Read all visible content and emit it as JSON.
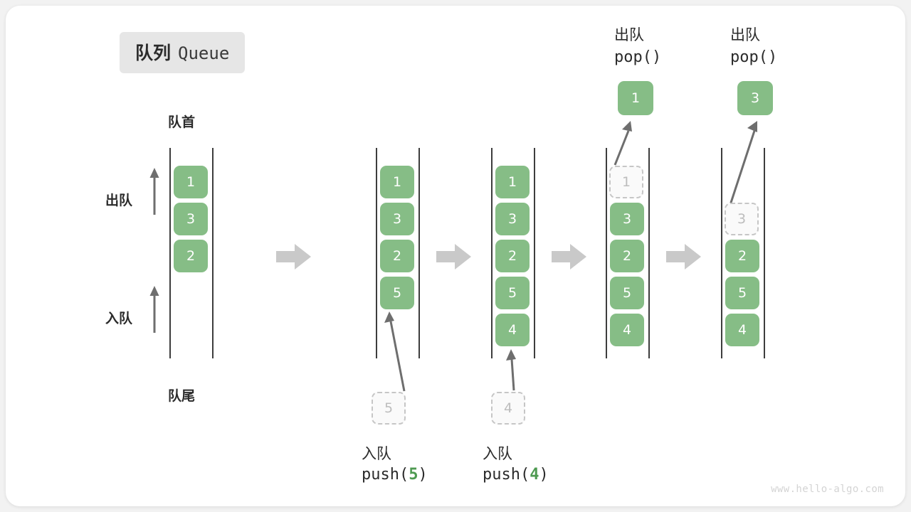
{
  "title": {
    "cn": "队列",
    "en": "Queue"
  },
  "labels": {
    "front": "队首",
    "rear": "队尾",
    "dequeue": "出队",
    "enqueue": "入队",
    "pop_call": "pop()",
    "push_open": "push(",
    "push_close": ")"
  },
  "colors": {
    "cell_green": "#86bd86",
    "accent_green": "#4e9a51",
    "rail": "#3d3d3d",
    "ghost_border": "#c6c6c6",
    "ghost_text": "#bdbdbd",
    "arrow_gray": "#6e6e6e",
    "step_arrow": "#c9c9c9",
    "badge_bg": "#e6e6e6",
    "page_bg": "#f2f2f2",
    "card_bg": "#ffffff"
  },
  "columns": [
    {
      "id": "initial",
      "cells": [
        "1",
        "3",
        "2"
      ],
      "ghost_index": -1,
      "caption_cn": "",
      "caption_code": "",
      "popped": null
    },
    {
      "id": "push-5",
      "cells": [
        "1",
        "3",
        "2",
        "5"
      ],
      "ghost_index": -1,
      "caption_cn": "入队",
      "caption_code": "push(5)",
      "incoming_value": "5",
      "popped": null
    },
    {
      "id": "push-4",
      "cells": [
        "1",
        "3",
        "2",
        "5",
        "4"
      ],
      "ghost_index": -1,
      "caption_cn": "入队",
      "caption_code": "push(4)",
      "incoming_value": "4",
      "popped": null
    },
    {
      "id": "pop-1",
      "cells": [
        "1",
        "3",
        "2",
        "5",
        "4"
      ],
      "ghost_index": 0,
      "caption_cn": "出队",
      "caption_code": "pop()",
      "popped": "1"
    },
    {
      "id": "pop-3",
      "cells": [
        "3",
        "2",
        "5",
        "4"
      ],
      "ghost_index": 0,
      "caption_cn": "出队",
      "caption_code": "pop()",
      "popped": "3"
    }
  ],
  "watermark": "www.hello-algo.com"
}
